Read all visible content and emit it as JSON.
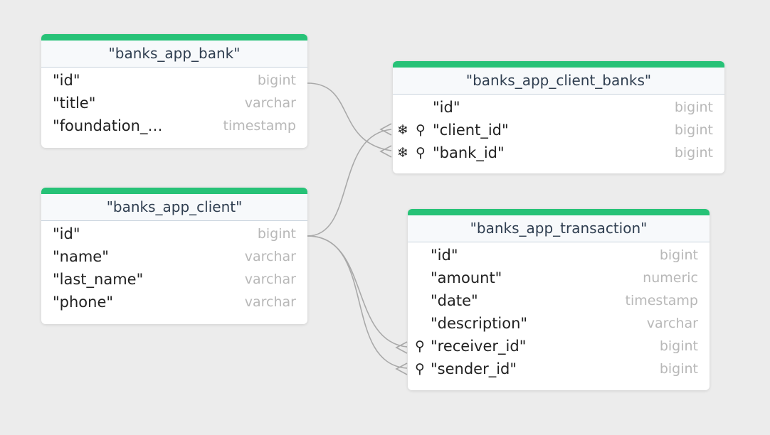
{
  "colors": {
    "accent": "#27c277",
    "connector": "#a9a9a9"
  },
  "tables": {
    "bank": {
      "title": "\"banks_app_bank\"",
      "columns": [
        {
          "name": "\"id\"",
          "type": "bigint"
        },
        {
          "name": "\"title\"",
          "type": "varchar"
        },
        {
          "name": "\"foundation_…",
          "type": "timestamp"
        }
      ]
    },
    "client": {
      "title": "\"banks_app_client\"",
      "columns": [
        {
          "name": "\"id\"",
          "type": "bigint"
        },
        {
          "name": "\"name\"",
          "type": "varchar"
        },
        {
          "name": "\"last_name\"",
          "type": "varchar"
        },
        {
          "name": "\"phone\"",
          "type": "varchar"
        }
      ]
    },
    "client_banks": {
      "title": "\"banks_app_client_banks\"",
      "columns": [
        {
          "name": "\"id\"",
          "type": "bigint",
          "icons": []
        },
        {
          "name": "\"client_id\"",
          "type": "bigint",
          "icons": [
            "snowflake-icon",
            "key-icon"
          ]
        },
        {
          "name": "\"bank_id\"",
          "type": "bigint",
          "icons": [
            "snowflake-icon",
            "key-icon"
          ]
        }
      ]
    },
    "transaction": {
      "title": "\"banks_app_transaction\"",
      "columns": [
        {
          "name": "\"id\"",
          "type": "bigint",
          "icons": []
        },
        {
          "name": "\"amount\"",
          "type": "numeric",
          "icons": []
        },
        {
          "name": "\"date\"",
          "type": "timestamp",
          "icons": []
        },
        {
          "name": "\"description\"",
          "type": "varchar",
          "icons": []
        },
        {
          "name": "\"receiver_id\"",
          "type": "bigint",
          "icons": [
            "key-icon"
          ]
        },
        {
          "name": "\"sender_id\"",
          "type": "bigint",
          "icons": [
            "key-icon"
          ]
        }
      ]
    }
  },
  "relationships": [
    {
      "from": "banks_app_bank.id",
      "to": "banks_app_client_banks.bank_id"
    },
    {
      "from": "banks_app_client.id",
      "to": "banks_app_client_banks.client_id"
    },
    {
      "from": "banks_app_client.id",
      "to": "banks_app_transaction.receiver_id"
    },
    {
      "from": "banks_app_client.id",
      "to": "banks_app_transaction.sender_id"
    }
  ]
}
